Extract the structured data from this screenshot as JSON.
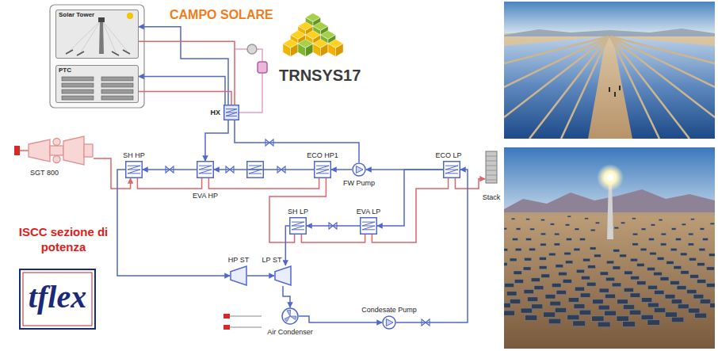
{
  "diagram": {
    "nodes": [
      {
        "text": [
          "Solar Tower"
        ]
      },
      {
        "text": [
          "PTC"
        ]
      },
      {
        "text": [
          "HX"
        ]
      },
      {
        "text": [
          "SGT 800"
        ]
      },
      {
        "text": [
          "SH HP"
        ]
      },
      {
        "text": [
          "EVA HP"
        ]
      },
      {
        "text": [
          "ECO HP1"
        ]
      },
      {
        "text": [
          "FW Pump"
        ]
      },
      {
        "text": [
          "ECO LP"
        ]
      },
      {
        "text": [
          "SH LP"
        ]
      },
      {
        "text": [
          "EVA LP"
        ]
      },
      {
        "text": [
          "Stack"
        ]
      },
      {
        "text": [
          "HP ST"
        ]
      },
      {
        "text": [
          "LP ST"
        ]
      },
      {
        "text": [
          "Air Condenser"
        ]
      },
      {
        "text": [
          "Condesate Pump"
        ]
      }
    ],
    "edges": [
      {
        "from": 2,
        "to": 0,
        "arrow": "to"
      },
      {
        "from": 2,
        "to": 1,
        "arrow": "to"
      },
      {
        "from": 0,
        "to": 2,
        "arrow": "none"
      },
      {
        "from": 1,
        "to": 2,
        "arrow": "none"
      },
      {
        "from": 3,
        "to": 4,
        "arrow": "to"
      },
      {
        "from": 4,
        "to": 5,
        "arrow": "none"
      },
      {
        "from": 5,
        "to": 6,
        "arrow": "none"
      },
      {
        "from": 6,
        "to": 9,
        "arrow": "none"
      },
      {
        "from": 9,
        "to": 10,
        "arrow": "none"
      },
      {
        "from": 10,
        "to": 8,
        "arrow": "none"
      },
      {
        "from": 8,
        "to": 11,
        "arrow": "to"
      },
      {
        "from": 7,
        "to": 6,
        "arrow": "to"
      },
      {
        "from": 6,
        "to": 5,
        "arrow": "to"
      },
      {
        "from": 5,
        "to": 4,
        "arrow": "to"
      },
      {
        "from": 4,
        "to": 12,
        "arrow": "to"
      },
      {
        "from": 7,
        "to": 2,
        "arrow": "none"
      },
      {
        "from": 2,
        "to": 5,
        "arrow": "to"
      },
      {
        "from": 15,
        "to": 8,
        "arrow": "to"
      },
      {
        "from": 8,
        "to": 7,
        "arrow": "to"
      },
      {
        "from": 8,
        "to": 10,
        "arrow": "to"
      },
      {
        "from": 10,
        "to": 9,
        "arrow": "to"
      },
      {
        "from": 9,
        "to": 13,
        "arrow": "to"
      },
      {
        "from": 12,
        "to": 13,
        "arrow": "to"
      },
      {
        "from": 13,
        "to": 14,
        "arrow": "to"
      },
      {
        "from": 14,
        "to": 15,
        "arrow": "to"
      }
    ],
    "labels": [
      "CAMPO SOLARE",
      "TRNSYS17",
      "ISCC sezione di potenza",
      "tflex"
    ]
  }
}
